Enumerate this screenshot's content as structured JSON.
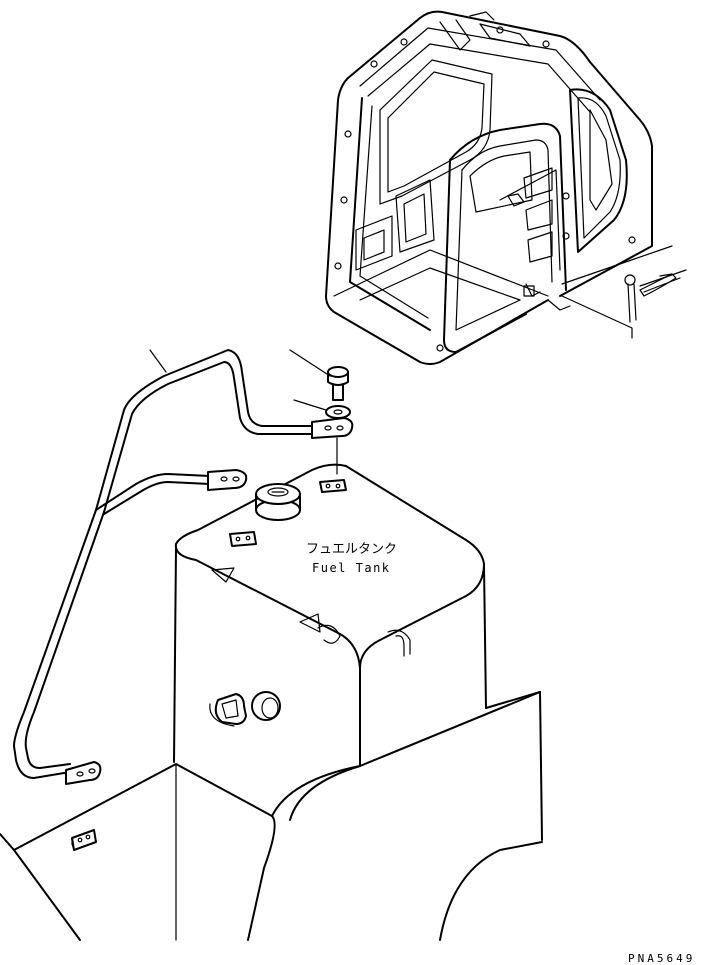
{
  "diagram": {
    "tank_label_jp": "フュエルタンク",
    "tank_label_en": "Fuel Tank",
    "drawing_code": "PNA5649"
  }
}
